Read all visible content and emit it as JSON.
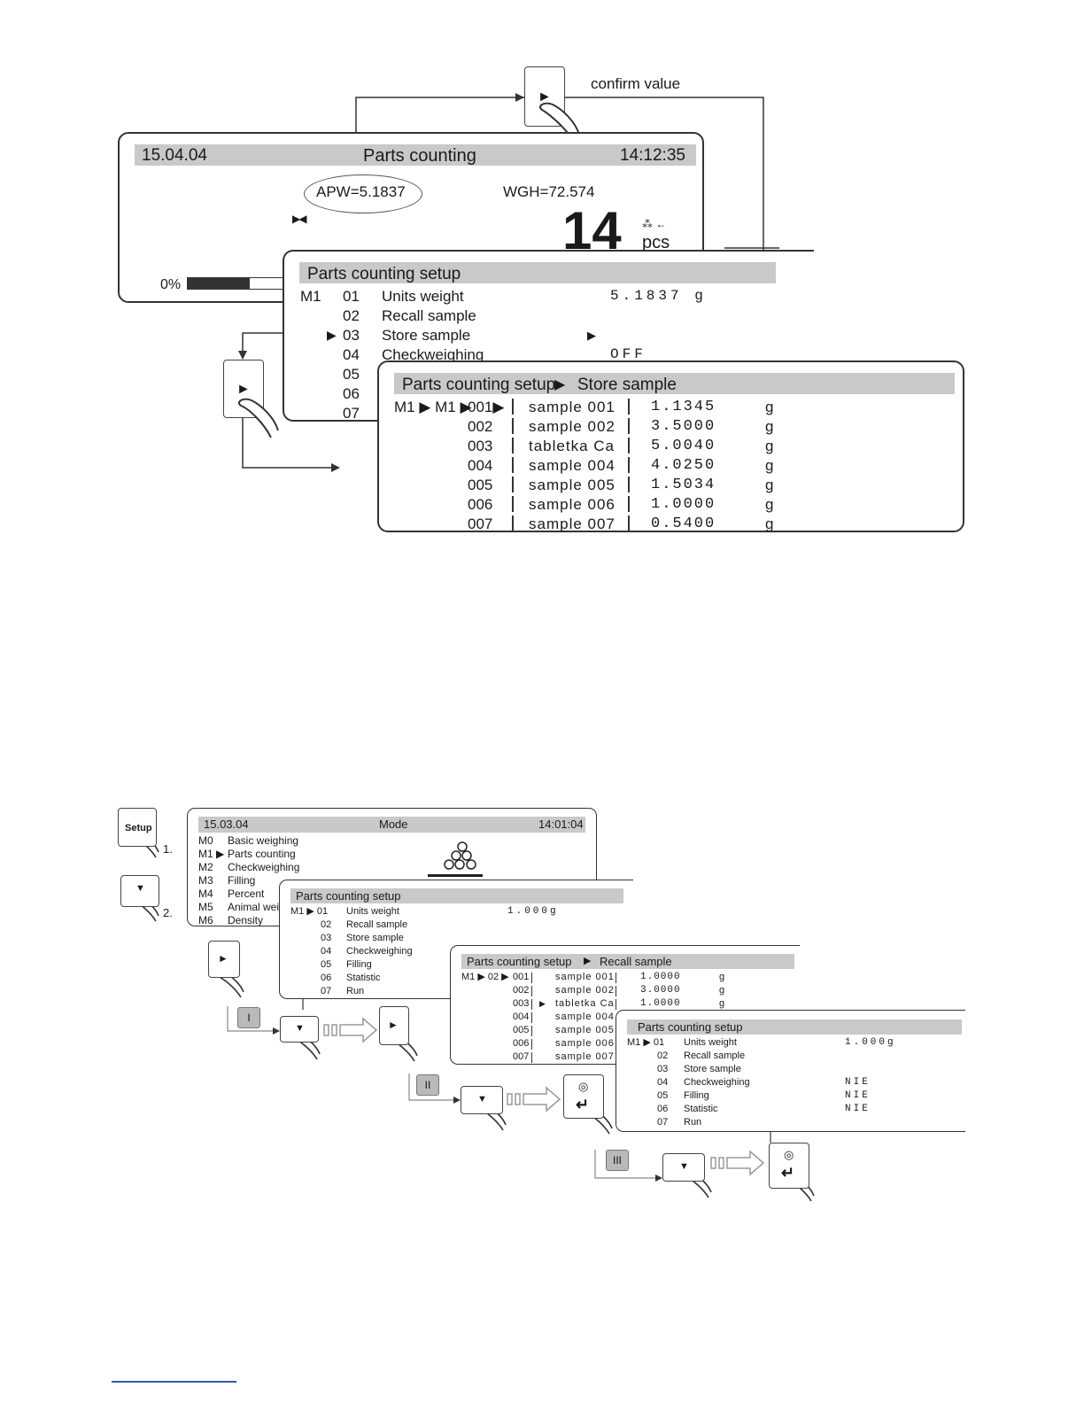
{
  "fig1": {
    "confirm_label": "confirm value",
    "main_screen": {
      "date": "15.04.04",
      "title": "Parts counting",
      "time": "14:12:35",
      "apw": "APW=5.1837",
      "wgh": "WGH=72.574",
      "count": "14",
      "unit": "pcs",
      "progress_label": "0%",
      "progress_value": 0.6
    },
    "setup": {
      "title": "Parts counting setup",
      "mode": "M1",
      "items": [
        {
          "num": "01",
          "label": "Units weight",
          "value": "5.1837 g"
        },
        {
          "num": "02",
          "label": "Recall sample",
          "value": ""
        },
        {
          "num": "03",
          "label": "Store sample",
          "value": "▶"
        },
        {
          "num": "04",
          "label": "Checkweighing",
          "value": "OFF"
        },
        {
          "num": "05",
          "label": "",
          "value": ""
        },
        {
          "num": "06",
          "label": "",
          "value": ""
        },
        {
          "num": "07",
          "label": "",
          "value": ""
        }
      ]
    },
    "store": {
      "title": "Parts counting setup",
      "title_sep": "▶",
      "subtitle": "Store sample",
      "path": "M1 ▶ M1 ▶",
      "rows": [
        {
          "num": "001▶",
          "name": "sample 001",
          "value": "1.1345",
          "unit": "g"
        },
        {
          "num": "002",
          "name": "sample 002",
          "value": "3.5000",
          "unit": "g"
        },
        {
          "num": "003",
          "name": "tabletka Ca",
          "value": "5.0040",
          "unit": "g"
        },
        {
          "num": "004",
          "name": "sample 004",
          "value": "4.0250",
          "unit": "g"
        },
        {
          "num": "005",
          "name": "sample 005",
          "value": "1.5034",
          "unit": "g"
        },
        {
          "num": "006",
          "name": "sample 006",
          "value": "1.0000",
          "unit": "g"
        },
        {
          "num": "007",
          "name": "sample 007",
          "value": "0.5400",
          "unit": "g"
        }
      ]
    }
  },
  "fig2": {
    "setup_key": "Setup",
    "step1": "1.",
    "step2": "2.",
    "roman": [
      "I",
      "II",
      "III"
    ],
    "mode_screen": {
      "date": "15.03.04",
      "title": "Mode",
      "time": "14:01:04",
      "items": [
        {
          "code": "M0",
          "label": "Basic weighing"
        },
        {
          "code": "M1 ▶",
          "label": "Parts counting"
        },
        {
          "code": "M2",
          "label": "Checkweighing"
        },
        {
          "code": "M3",
          "label": "Filling"
        },
        {
          "code": "M4",
          "label": "Percent"
        },
        {
          "code": "M5",
          "label": "Animal weig"
        },
        {
          "code": "M6",
          "label": "Density"
        }
      ]
    },
    "setup1": {
      "title": "Parts counting setup",
      "mode": "M1 ▶ 01",
      "items": [
        {
          "num": "01",
          "label": "Units weight",
          "value": "1.000g"
        },
        {
          "num": "02",
          "label": "Recall sample",
          "value": ""
        },
        {
          "num": "03",
          "label": "Store sample",
          "value": ""
        },
        {
          "num": "04",
          "label": "Checkweighing",
          "value": ""
        },
        {
          "num": "05",
          "label": "Filling",
          "value": ""
        },
        {
          "num": "06",
          "label": "Statistic",
          "value": ""
        },
        {
          "num": "07",
          "label": "Run",
          "value": ""
        }
      ]
    },
    "recall": {
      "title": "Parts counting setup",
      "title_sep": "▶",
      "subtitle": "Recall sample",
      "path": "M1 ▶ 02 ▶",
      "rows": [
        {
          "num": "001",
          "name": "sample 001",
          "value": "1.0000",
          "unit": "g",
          "marker": ""
        },
        {
          "num": "002",
          "name": "sample 002",
          "value": "3.0000",
          "unit": "g",
          "marker": ""
        },
        {
          "num": "003",
          "name": "tabletka Ca",
          "value": "1.0000",
          "unit": "g",
          "marker": "▶"
        },
        {
          "num": "004",
          "name": "sample 004",
          "value": "",
          "unit": "",
          "marker": ""
        },
        {
          "num": "005",
          "name": "sample 005",
          "value": "",
          "unit": "",
          "marker": ""
        },
        {
          "num": "006",
          "name": "sample 006",
          "value": "",
          "unit": "",
          "marker": ""
        },
        {
          "num": "007",
          "name": "sample 007",
          "value": "",
          "unit": "",
          "marker": ""
        }
      ]
    },
    "setup2": {
      "title": "Parts counting setup",
      "mode": "M1 ▶ 01",
      "items": [
        {
          "num": "01",
          "label": "Units weight",
          "value": "1.000g"
        },
        {
          "num": "02",
          "label": "Recall sample",
          "value": ""
        },
        {
          "num": "03",
          "label": "Store sample",
          "value": ""
        },
        {
          "num": "04",
          "label": "Checkweighing",
          "value": "NIE"
        },
        {
          "num": "05",
          "label": "Filling",
          "value": "NIE"
        },
        {
          "num": "06",
          "label": "Statistic",
          "value": "NIE"
        },
        {
          "num": "07",
          "label": "Run",
          "value": ""
        }
      ]
    }
  }
}
